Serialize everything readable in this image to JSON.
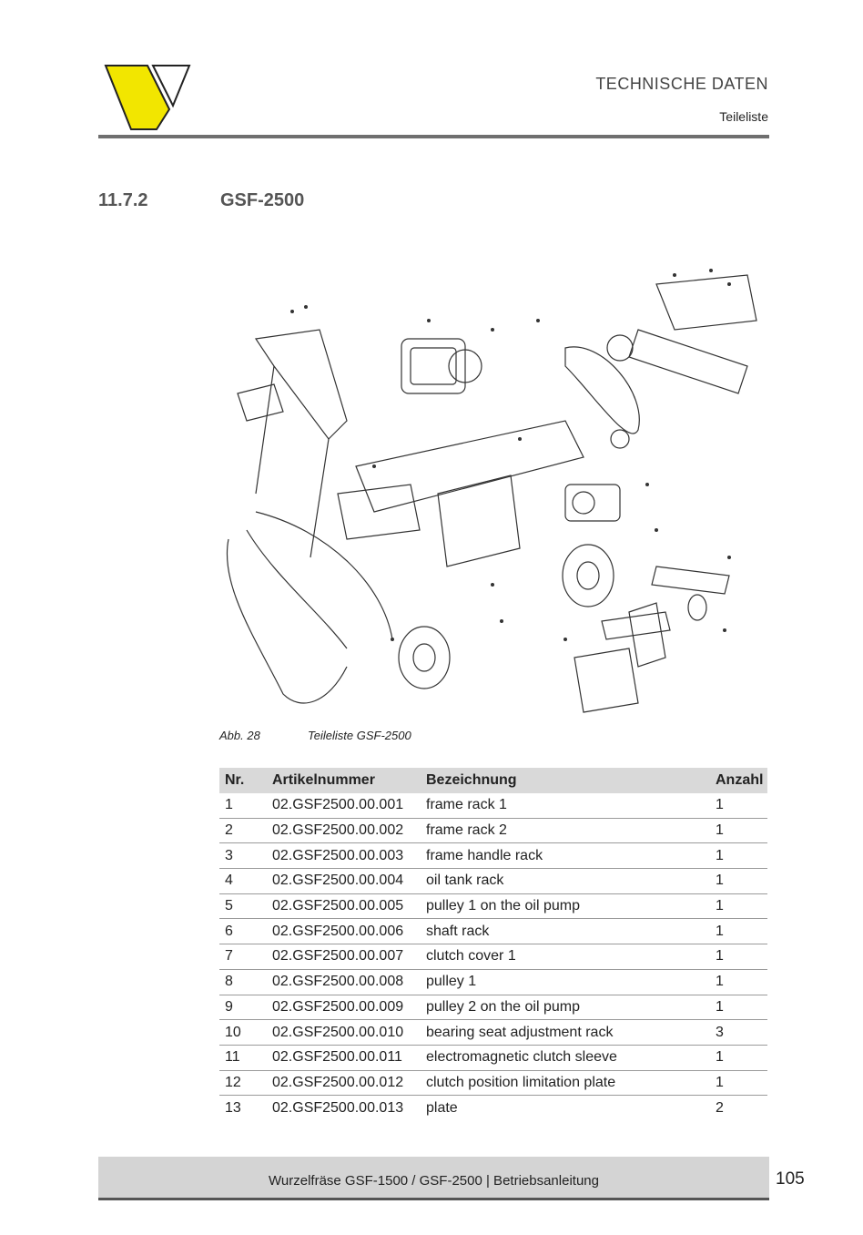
{
  "header": {
    "title": "TECHNISCHE DATEN",
    "subtitle": "Teileliste"
  },
  "colors": {
    "logo_yellow": "#f2e600",
    "rule_gray": "#6f6f6f",
    "table_header": "#d9d9d9"
  },
  "section": {
    "number": "11.7.2",
    "title": "GSF-2500"
  },
  "figure": {
    "label": "Abb. 28",
    "caption": "Teileliste GSF-2500"
  },
  "table": {
    "headers": [
      "Nr.",
      "Artikelnummer",
      "Bezeichnung",
      "Anzahl"
    ],
    "rows": [
      [
        "1",
        "02.GSF2500.00.001",
        "frame rack 1",
        "1"
      ],
      [
        "2",
        "02.GSF2500.00.002",
        "frame rack 2",
        "1"
      ],
      [
        "3",
        "02.GSF2500.00.003",
        "frame handle rack",
        "1"
      ],
      [
        "4",
        "02.GSF2500.00.004",
        "oil tank rack",
        "1"
      ],
      [
        "5",
        "02.GSF2500.00.005",
        "pulley 1 on the oil pump",
        "1"
      ],
      [
        "6",
        "02.GSF2500.00.006",
        "shaft rack",
        "1"
      ],
      [
        "7",
        "02.GSF2500.00.007",
        "clutch cover 1",
        "1"
      ],
      [
        "8",
        "02.GSF2500.00.008",
        "pulley 1",
        "1"
      ],
      [
        "9",
        "02.GSF2500.00.009",
        "pulley 2 on the oil pump",
        "1"
      ],
      [
        "10",
        "02.GSF2500.00.010",
        "bearing seat adjustment rack",
        "3"
      ],
      [
        "11",
        "02.GSF2500.00.011",
        "electromagnetic clutch sleeve",
        "1"
      ],
      [
        "12",
        "02.GSF2500.00.012",
        "clutch position limitation plate",
        "1"
      ],
      [
        "13",
        "02.GSF2500.00.013",
        "plate",
        "2"
      ]
    ]
  },
  "footer": {
    "text": "Wurzelfräse GSF-1500 / GSF-2500  |  Betriebsanleitung",
    "page": "105"
  }
}
